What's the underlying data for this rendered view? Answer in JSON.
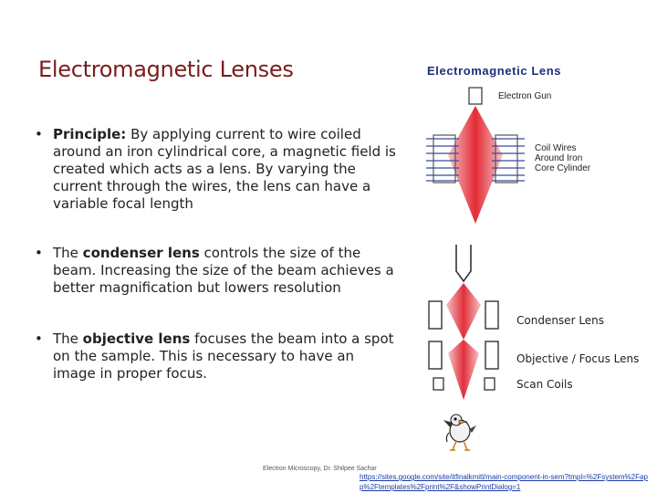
{
  "slide": {
    "title": "Electromagnetic Lenses",
    "bullets": [
      {
        "bold": "Principle:",
        "rest": " By applying current to wire coiled around an iron cylindrical core, a magnetic field is created which acts as a lens. By varying the current through the wires, the lens can have a variable focal length"
      },
      {
        "before": "The ",
        "bold": "condenser lens",
        "rest": " controls the size of the beam. Increasing the size of the beam achieves a better magnification but lowers resolution"
      },
      {
        "before": "The ",
        "bold": "objective lens",
        "rest": " focuses the beam into a spot on the sample. This is necessary to have an image in proper focus."
      }
    ],
    "bullet_symbol": "•"
  },
  "diagram": {
    "title": "Electromagnetic Lens",
    "electron_gun_label": "Electron Gun",
    "coil_label_lines": [
      "Coil Wires",
      "Around Iron",
      "Core Cylinder"
    ],
    "condenser_label": "Condenser Lens",
    "objective_label": "Objective / Focus Lens",
    "scan_label": "Scan Coils",
    "beam_color": "#e8303a"
  },
  "footer": {
    "credit": "Electron Microscopy, Dr. Shilpee Sachar",
    "link": "https://sites.google.com/site/itfinalkmitl/main-component-in-sem?tmpl=%2Fsystem%2Fapp%2Ftemplates%2Fprint%2F&showPrintDialog=1"
  }
}
